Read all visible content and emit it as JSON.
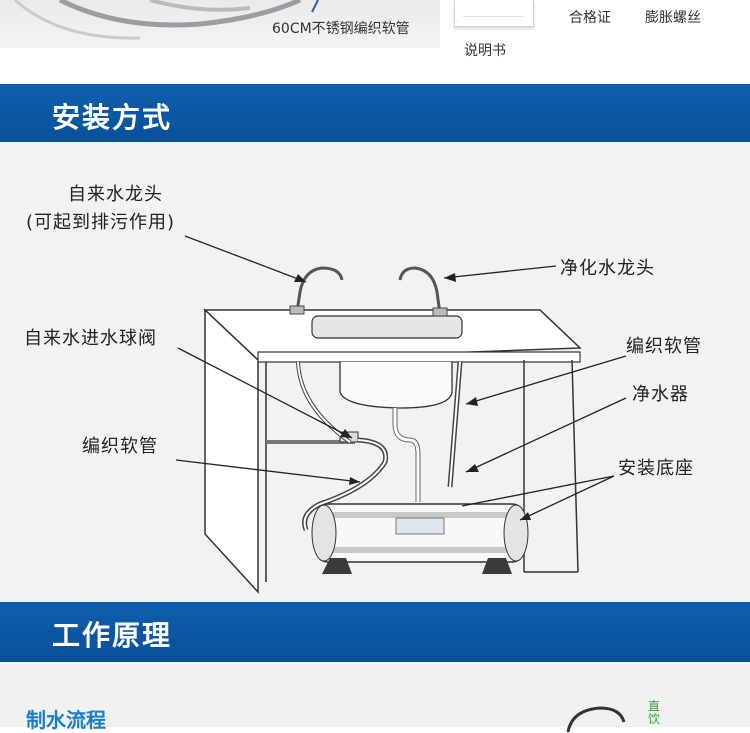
{
  "accessories": {
    "hose_caption": "60CM不锈钢编织软管",
    "manual_caption": "说明书",
    "certificate_caption": "合格证",
    "screws_caption": "膨胀螺丝"
  },
  "sections": {
    "install_title": "安装方式",
    "principle_title": "工作原理",
    "process_title": "制水流程"
  },
  "diagram_labels": {
    "tap_water_faucet": "自来水龙头",
    "faucet_note": "(可起到排污作用)",
    "purified_faucet": "净化水龙头",
    "inlet_ball_valve": "自来水进水球阀",
    "braided_hose_left": "编织软管",
    "braided_hose_right": "编织软管",
    "purifier": "净水器",
    "mount_base": "安装底座"
  },
  "side_text": "直饮",
  "colors": {
    "band": "#0d58a6",
    "diagram_bg": "#f2f2f2",
    "process_title": "#1a7ec8",
    "side_text": "#3aa037"
  }
}
